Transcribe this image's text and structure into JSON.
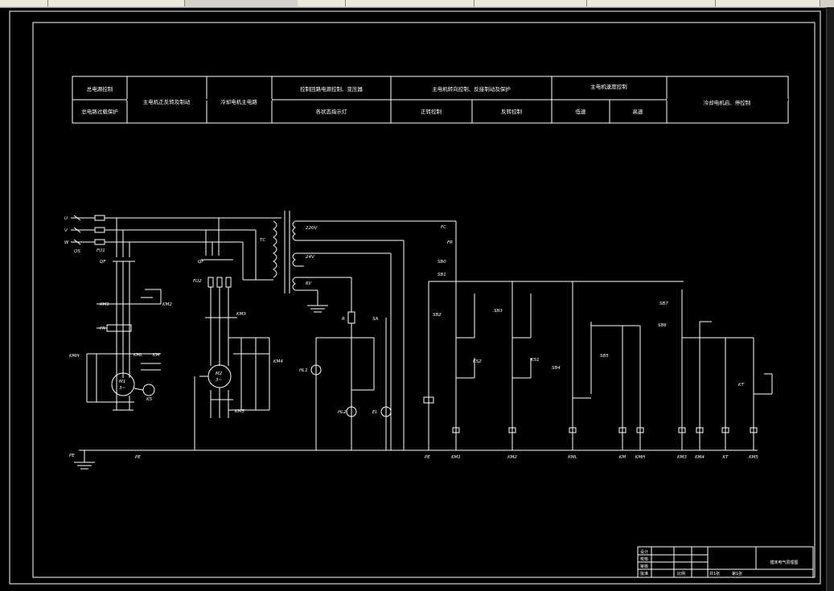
{
  "app": {
    "toolbar_cells": [
      "",
      "",
      "",
      "",
      "",
      "",
      ""
    ]
  },
  "header_table": {
    "row1": [
      "总电源控制",
      "主电机正反转及制动",
      "冷却电机主电路",
      "控制回路电源控制、变压器",
      "主电机转向控制、反接制动及保护",
      "主电机速度控制",
      "冷却电机启、停控制"
    ],
    "row2": [
      "总电路过载保护",
      "",
      "",
      "各状态指示灯",
      "正转控制",
      "反转控制",
      "低速",
      "高速",
      ""
    ]
  },
  "labels": {
    "phase_u": "U",
    "phase_v": "V",
    "phase_w": "W",
    "qs": "QS",
    "fu1": "FU1",
    "qf1": "QF",
    "qf2": "QF",
    "fu2": "FU2",
    "tc": "TC",
    "v220": "220V",
    "v24": "24V",
    "v6": "6V",
    "km1": "KM1",
    "km2": "KM2",
    "fr": "FR",
    "km_h": "KMH",
    "km_l": "KML",
    "km": "KM",
    "m1": "M1",
    "m1_sub": "3~",
    "ks": "KS",
    "m2": "M2",
    "m2_sub": "3~",
    "km3": "KM3",
    "km4": "KM4",
    "km5": "KM5",
    "r": "R",
    "sa": "SA",
    "hl1": "HL1",
    "hl2": "HL2",
    "el": "EL",
    "fc": "FC",
    "fr2": "FR",
    "sb0": "SB0",
    "sb1": "SB1",
    "sb2": "SB2",
    "sb3": "SB3",
    "sb4": "SB4",
    "sb5": "SB5",
    "sb6": "SB6",
    "sb7": "SB7",
    "ks1": "KS1",
    "ks2": "KS2",
    "kt": "KT",
    "pe": "PE",
    "pe2": "PE",
    "pe3": "PE"
  },
  "coil_labels": [
    "KM1",
    "KM2",
    "KML",
    "KM",
    "KMH",
    "KM3",
    "KM4",
    "KT",
    "KM5"
  ],
  "title_block": {
    "rows": [
      "设计",
      "校核",
      "审核",
      "批准"
    ],
    "title": "镗床电气原理图",
    "scale_label": "比例",
    "sheet_label": "共1张",
    "sheet_no": "第1张"
  },
  "colors": {
    "background": "#000000",
    "lines": "#ffffff",
    "toolbar": "#d4d0c8"
  }
}
